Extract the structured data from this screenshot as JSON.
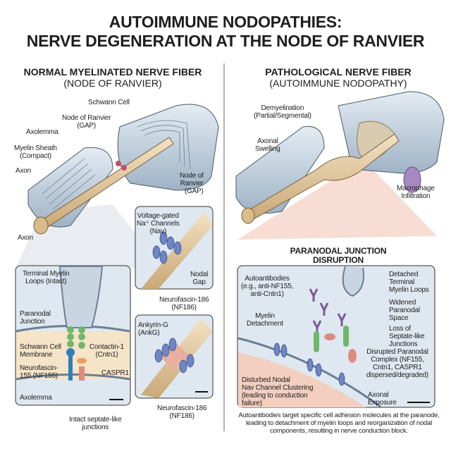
{
  "title": {
    "line1": "AUTOIMMUNE NODOPATHIES:",
    "line2": "NERVE DEGENERATION AT THE NODE OF RANVIER"
  },
  "left": {
    "heading": "NORMAL MYELINATED NERVE FIBER",
    "subheading": "(NODE OF RANVIER)",
    "labels": {
      "schwann_cell": "Schwann Cell",
      "node_top": "Node of Ranvier\n(GAP)",
      "axolemma": "Axolemma",
      "myelin_sheath": "Myelin Sheath\n(Compact)",
      "axon_top": "Axon",
      "node_right": "Node of\nRanvier\n(GAP)",
      "axon_bottom": "Axon"
    },
    "inset_paranode": {
      "terminal_loops": "Terminal Myelin\nLoops (Intact)",
      "paranodal_junction": "Paranodal\nJunction",
      "schwann_membrane": "Schwann Cell\nMembrane",
      "contactin": "Contactin-1\n(Cntn1)",
      "nf155": "Neurofascin-\n155 (NF155)",
      "caspr1": "CASPR1",
      "axolemma": "Axolemma",
      "septate": "Intact septate-like\njunctions"
    },
    "inset_node": {
      "nav": "Voltage-gated\nNa⁺ Channels\n(Nav)",
      "nodal_gap": "Nodal\nGap",
      "nf186_top": "Neurofascin-186\n(NF186)",
      "ankyrin": "Ankyrin-G\n(AnkG)",
      "nf186_bottom": "Neurofascin-186\n(NF186)"
    }
  },
  "right": {
    "heading": "PATHOLOGICAL NERVE FIBER",
    "subheading": "(AUTOIMMUNE NODOPATHY)",
    "labels": {
      "demyelination": "Demyelination\n(Partial/Segmental)",
      "axonal_swelling": "Axonal\nSwelling",
      "macrophage": "Macrophage\nInfiltration"
    },
    "inset": {
      "title": "PARANODAL JUNCTION\nDISRUPTION",
      "autoantibodies": "Autoantibodies\n(e.g., anti-NF155,\nanti-Cntn1)",
      "detached_loops": "Detached\nTerminal\nMyelin Loops",
      "widened_space": "Widened\nParanodal\nSpace",
      "loss_septate": "Loss of\nSeptate-like\nJunctions",
      "myelin_detachment": "Myelin\nDetachment",
      "disrupted_complex": "Disrupted Paranodal\nComplex (NF155,\nCntn1, CASPR1\ndispersed/degraded)",
      "disturbed_nav": "Disturbed Nodal\nNav Channel Clustering\n(leading to conduction\nfailure)",
      "axonal_exposure": "Axonal\nExposure"
    },
    "caption": "Autoantibodies target specific cell adhesion molecules at the paranode, leading to detachment of myelin loops and reorganization of nodal components, resulting in nerve conduction block."
  },
  "colors": {
    "myelin": "#c9d6e2",
    "axon": "#e8cfa4",
    "nf155": "#2f7fb8",
    "cntn1": "#6fb86a",
    "caspr1": "#e08a80",
    "nav": "#6f86c4",
    "antibody": "#7a5a98",
    "panel_bg": "#dfe8f0",
    "pink": "#f3cfc0"
  }
}
